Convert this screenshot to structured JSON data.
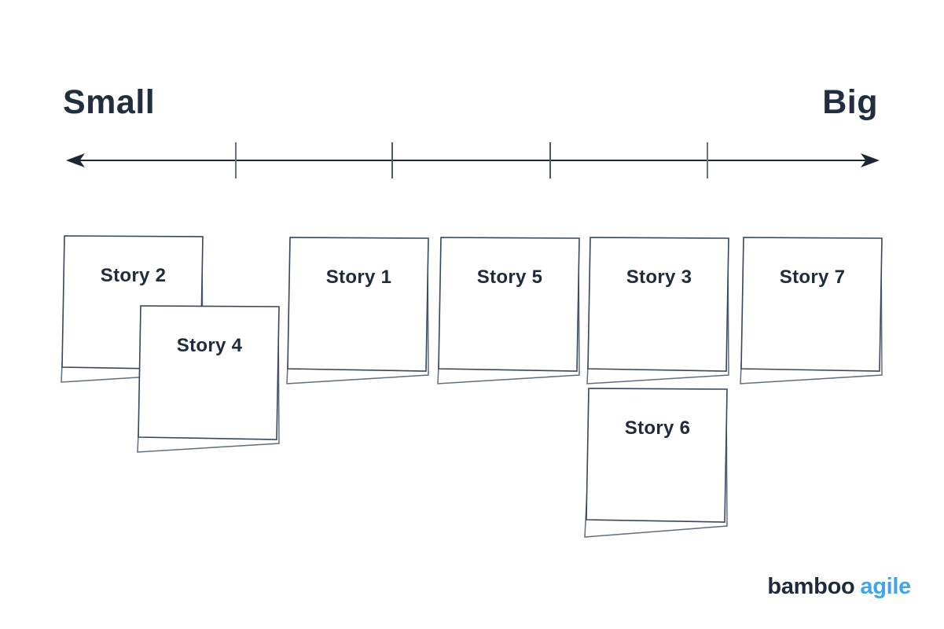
{
  "diagram": {
    "title_hint": "Story size scale",
    "axis": {
      "left_label": "Small",
      "right_label": "Big",
      "tick_positions": [
        300,
        500,
        700,
        900
      ],
      "direction": "horizontal-double-arrow"
    },
    "cards": [
      {
        "label": "Story 2"
      },
      {
        "label": "Story 4"
      },
      {
        "label": "Story 1"
      },
      {
        "label": "Story 5"
      },
      {
        "label": "Story 3"
      },
      {
        "label": "Story 7"
      },
      {
        "label": "Story 6"
      }
    ]
  },
  "branding": {
    "logo_part1": "bamboo",
    "logo_part2": "agile"
  },
  "colors": {
    "background": "#ffffff",
    "text_navy": "#1e2b3c",
    "scale_label": "#222e40",
    "axis_line": "#1c2634",
    "axis_tick": "#67717f",
    "card_border_front": "#39455a",
    "card_border_back": "#616c7d",
    "card_fill": "#ffffff",
    "logo_navy": "#1f2b3d",
    "logo_blue": "#42a5e9"
  }
}
